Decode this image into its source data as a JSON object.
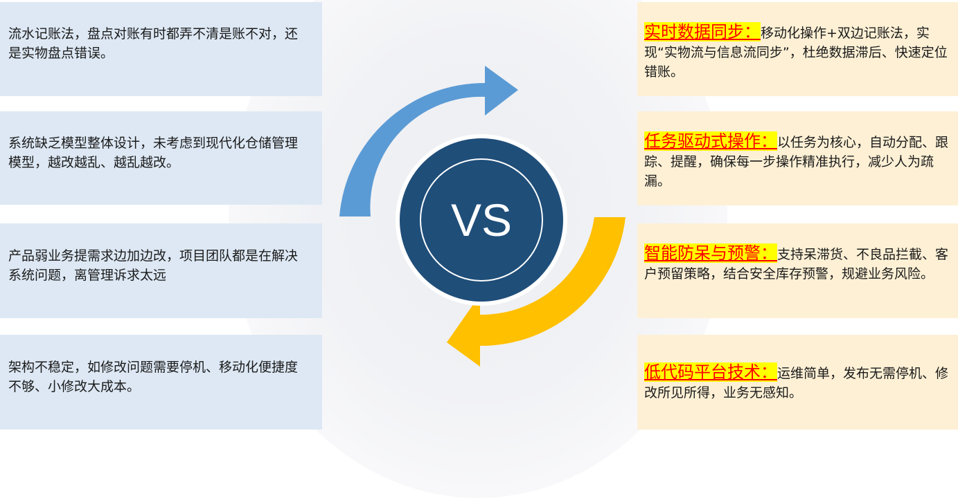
{
  "left_boxes": [
    {
      "text": "流水记账法，盘点对账有时都弄不清是账不对，还是实物盘点错误。"
    },
    {
      "text": "系统缺乏模型整体设计，未考虑到现代化仓储管理模型，越改越乱、越乱越改。"
    },
    {
      "text": "产品弱业务提需求边加边改，项目团队都是在解决系统问题，离管理诉求太远"
    },
    {
      "text": "架构不稳定，如修改问题需要停机、移动化便捷度不够、小修改大成本。"
    }
  ],
  "center": {
    "label": "VS"
  },
  "right_boxes": [
    {
      "title": "实时数据同步：",
      "text": "移动化操作+双边记账法，实现“实物流与信息流同步”，杜绝数据滞后、快速定位错账。"
    },
    {
      "title": "任务驱动式操作：",
      "text": "以任务为核心，自动分配、跟踪、提醒，确保每一步操作精准执行，减少人为疏漏。"
    },
    {
      "title": "智能防呆与预警：",
      "text": "支持呆滞货、不良品拦截、客户预留策略，结合安全库存预警，规避业务风险。"
    },
    {
      "title": "低代码平台技术：",
      "text": "运维简单，发布无需停机、修改所见所得，业务无感知。"
    }
  ],
  "colors": {
    "left_box": "#dde8f4",
    "right_box": "#fdf0d5",
    "blue_arrow": "#5b9bd5",
    "yellow_arrow": "#ffc000",
    "vs_circle": "#1f4e79",
    "highlight_bg": "#ffff00",
    "highlight_text": "#ff0000"
  },
  "icons": {
    "top_arrow": "curved-arrow-right-icon",
    "bottom_arrow": "curved-arrow-left-icon"
  }
}
